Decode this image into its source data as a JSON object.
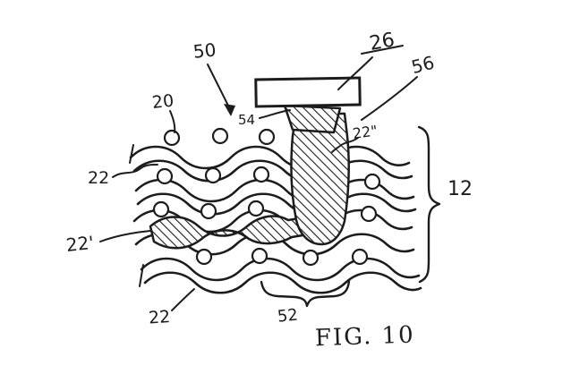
{
  "figure": {
    "caption": "FIG. 10",
    "ink_color": "#1c1c1c",
    "background_color": "#ffffff",
    "labels": {
      "n50": "50",
      "n26": "26",
      "n56": "56",
      "n20": "20",
      "n54": "54",
      "n22dprime": "22\"",
      "n22": "22",
      "n22prime": "22'",
      "n22b": "22",
      "n12": "12",
      "n52": "52"
    }
  }
}
